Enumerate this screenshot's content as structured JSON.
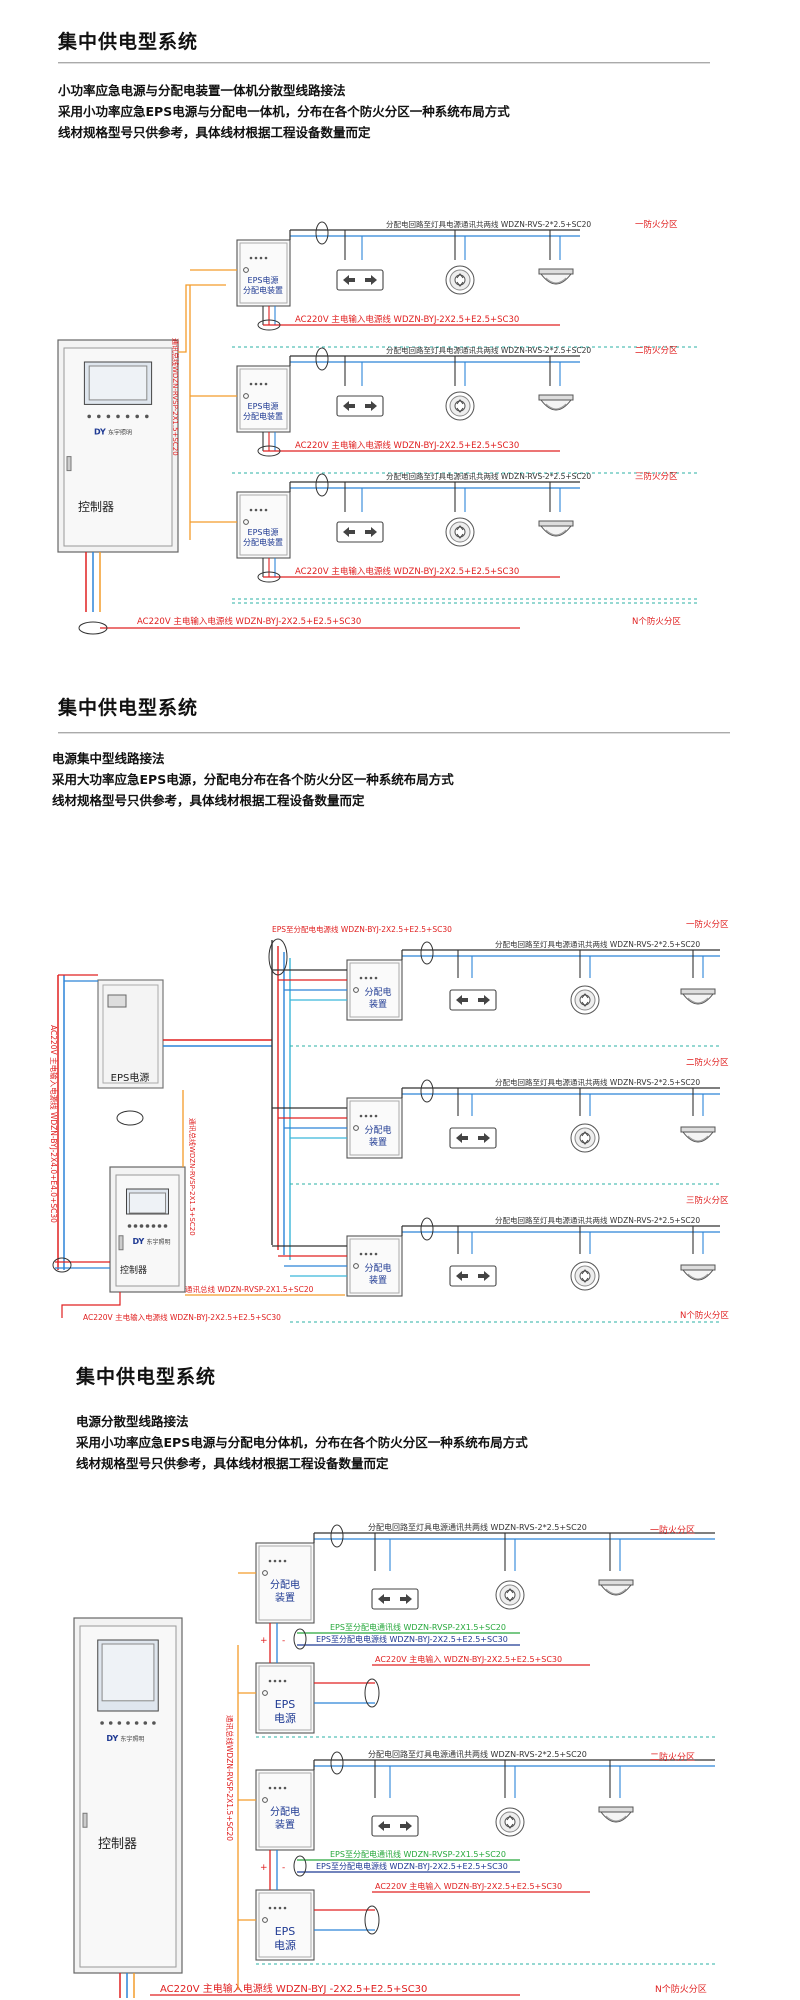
{
  "colors": {
    "red": "#e02020",
    "blue": "#2c84d8",
    "orange": "#f39c2a",
    "green": "#27a83c",
    "navy": "#1f3a93",
    "dark": "#333333",
    "teal": "#2bb0a5",
    "cyan": "#3bb6d9"
  },
  "icons": [
    "exit-sign-icon",
    "emergency-light-icon",
    "ceiling-light-icon",
    "brand-logo-icon"
  ],
  "section1": {
    "title": "集中供电型系统",
    "lines": [
      "小功率应急电源与分配电装置一体机分散型线路接法",
      "采用小功率应急EPS电源与分配电一体机，分布在各个防火分区一种系统布局方式",
      "线材规格型号只供参考，具体线材根据工程设备数量而定"
    ],
    "comm_line": "分配电回路至灯具电源通讯共两线 WDZN-RVS-2*2.5+SC20",
    "box_label_1": "EPS电源",
    "box_label_2": "分配电装置",
    "zone_power": "AC220V 主电输入电源线 WDZN-BYJ-2X2.5+E2.5+SC30",
    "zones": [
      "一防火分区",
      "二防火分区",
      "三防火分区",
      "N个防火分区"
    ],
    "vertical_comm": "通讯总线WDZN-RVSP-2X1.5+SC20",
    "controller": "控制器",
    "main_power": "AC220V 主电输入电源线 WDZN-BYJ-2X2.5+E2.5+SC30",
    "brand": "东宇照明",
    "brand_mark": "DY"
  },
  "section2": {
    "title": "集中供电型系统",
    "lines": [
      "电源集中型线路接法",
      "采用大功率应急EPS电源，分配电分布在各个防火分区一种系统布局方式",
      "线材规格型号只供参考，具体线材根据工程设备数量而定"
    ],
    "eps_dist_line": "EPS至分配电电源线 WDZN-BYJ-2X2.5+E2.5+SC30",
    "comm_line": "分配电回路至灯具电源通讯共两线 WDZN-RVS-2*2.5+SC20",
    "zones": [
      "一防火分区",
      "二防火分区",
      "三防火分区",
      "N个防火分区"
    ],
    "dist_box_1": "分配电",
    "dist_box_2": "装置",
    "eps": "EPS电源",
    "eps_left": "AC220V 主电输入电源线 WDZN-BYJ-2X4.0+E4.0+SC30",
    "vertical_comm": "通讯总线WDZN-RVSP-2X1.5+SC20",
    "controller": "控制器",
    "comm_bottom": "通讯总线 WDZN-RVSP-2X1.5+SC20",
    "main_power": "AC220V 主电输入电源线 WDZN-BYJ-2X2.5+E2.5+SC30",
    "brand": "东宇照明",
    "brand_mark": "DY"
  },
  "section3": {
    "title": "集中供电型系统",
    "lines": [
      "电源分散型线路接法",
      "采用小功率应急EPS电源与分配电分体机，分布在各个防火分区一种系统布局方式",
      "线材规格型号只供参考，具体线材根据工程设备数量而定"
    ],
    "comm_line": "分配电回路至灯具电源通讯共两线 WDZN-RVS-2*2.5+SC20",
    "zones": [
      "一防火分区",
      "二防火分区",
      "N个防火分区"
    ],
    "dist_box_1": "分配电",
    "dist_box_2": "装置",
    "eps_1": "EPS",
    "eps_2": "电源",
    "eps_comm": "EPS至分配电通讯线 WDZN-RVSP-2X1.5+SC20",
    "eps_power": "EPS至分配电电源线 WDZN-BYJ-2X2.5+E2.5+SC30",
    "ac_power": "AC220V  主电输入 WDZN-BYJ-2X2.5+E2.5+SC30",
    "plus": "+",
    "minus": "-",
    "vertical_comm": "通讯总线WDZN-RVSP-2X1.5+SC20",
    "controller": "控制器",
    "main_power": "AC220V 主电输入电源线 WDZN-BYJ -2X2.5+E2.5+SC30",
    "brand": "东宇照明",
    "brand_mark": "DY"
  }
}
